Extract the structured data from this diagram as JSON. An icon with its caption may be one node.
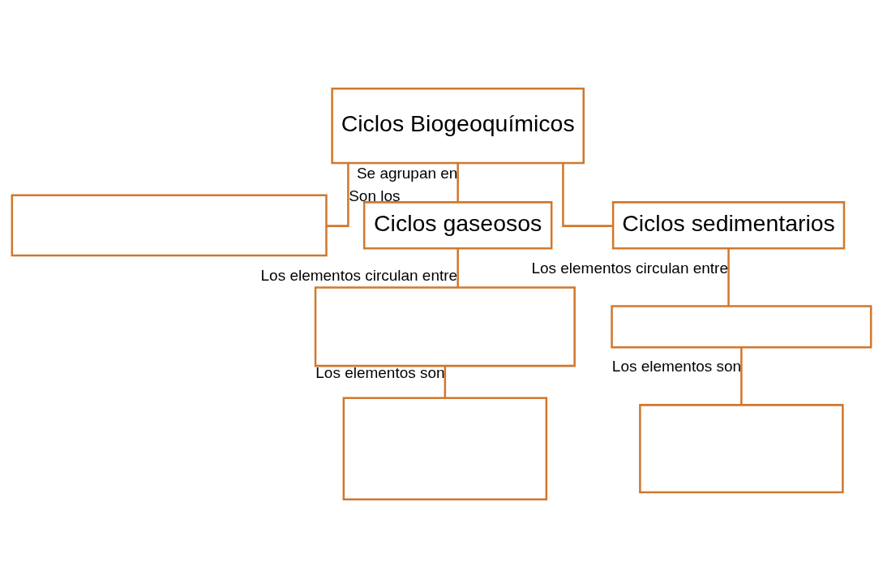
{
  "diagram": {
    "nodes": [
      {
        "text": [
          "Ciclos Biogeoquímicos"
        ]
      },
      {
        "text": [],
        "shape": "box"
      },
      {
        "text": [
          "Ciclos gaseosos"
        ]
      },
      {
        "text": [
          "Ciclos sedimentarios"
        ]
      },
      {
        "text": [],
        "shape": "box"
      },
      {
        "text": [],
        "shape": "box"
      },
      {
        "text": [],
        "shape": "box"
      },
      {
        "text": [],
        "shape": "box"
      }
    ],
    "edges": [
      {
        "from": 0,
        "to": 1,
        "arrow": "none",
        "label": "Son los"
      },
      {
        "from": 0,
        "to": 2,
        "arrow": "none",
        "label": "Se agrupan en"
      },
      {
        "from": 0,
        "to": 3,
        "arrow": "none"
      },
      {
        "from": 2,
        "to": 4,
        "arrow": "none",
        "label": "Los elementos circulan entre"
      },
      {
        "from": 3,
        "to": 6,
        "arrow": "none",
        "label": "Los elementos circulan entre"
      },
      {
        "from": 4,
        "to": 5,
        "arrow": "none",
        "label": "Los elementos son"
      },
      {
        "from": 6,
        "to": 7,
        "arrow": "none",
        "label": "Los elementos son"
      }
    ]
  }
}
